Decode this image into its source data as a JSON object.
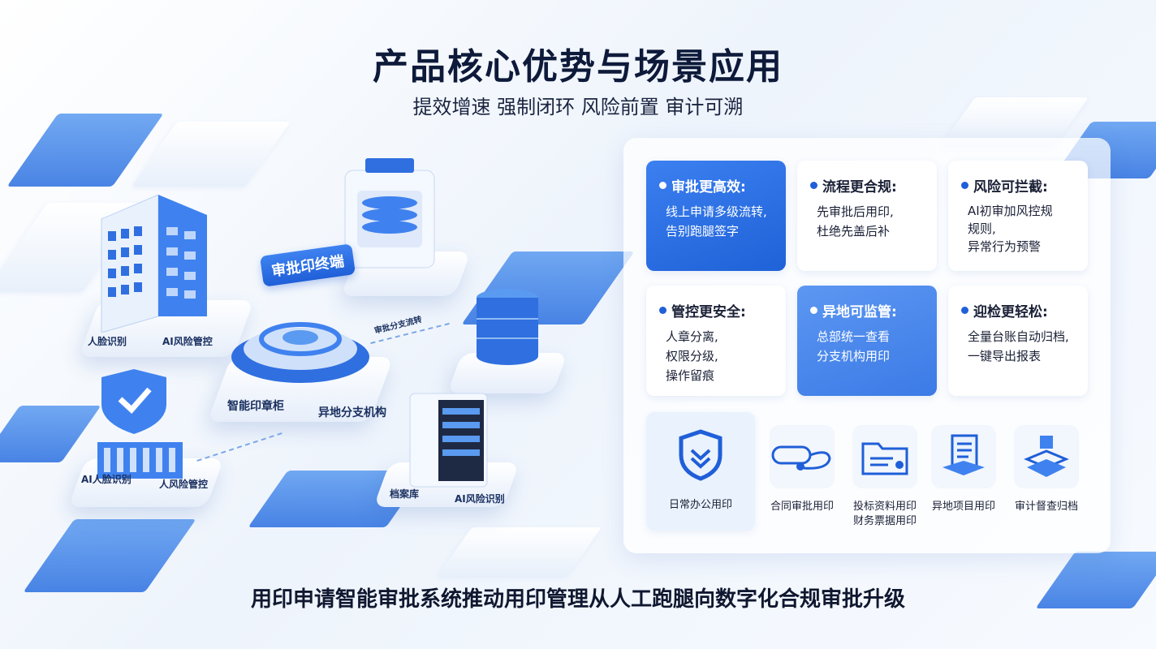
{
  "title": "产品核心优势与场景应用",
  "subtitle": "提效增速 强制闭环 风险前置 审计可溯",
  "footer": "用印申请智能审批系统推动用印管理从人工跑腿向数字化合规审批升级",
  "illustration": {
    "terminal_label": "审批印终端",
    "cabinet_label": "智能印章柜",
    "branch_label": "异地分支机构",
    "archive_label": "档案库",
    "face_label_1": "人脸识别",
    "ai_label_1": "AI风险管控",
    "face_label_2": "AI人脸识别",
    "ai_label_2": "人风险管控",
    "ai_label_3": "AI风险识别",
    "flow_label": "审批分支流转"
  },
  "advantages": [
    {
      "title": "审批更高效:",
      "body": "线上申请多级流转,\n告别跑腿签字",
      "style": "blue"
    },
    {
      "title": "流程更合规:",
      "body": "先审批后用印,\n杜绝先盖后补",
      "style": "white"
    },
    {
      "title": "风险可拦截:",
      "body": "AI初审加风控规\n规则,\n异常行为预警",
      "style": "white"
    },
    {
      "title": "管控更安全:",
      "body": "人章分离,\n权限分级,\n操作留痕",
      "style": "white"
    },
    {
      "title": "异地可监管:",
      "body": "总部统一查看\n分支机构用印",
      "style": "midblue"
    },
    {
      "title": "迎检更轻松:",
      "body": "全量台账自动归档,\n一键导出报表",
      "style": "white"
    }
  ],
  "scenarios": [
    {
      "label": "日常办公用印",
      "icon": "shield-check-icon"
    },
    {
      "label": "合同审批用印",
      "icon": "seal-stamp-icon"
    },
    {
      "label": "投标资料用印\n财务票据用印",
      "icon": "folder-document-icon"
    },
    {
      "label": "异地项目用印",
      "icon": "document-stack-icon"
    },
    {
      "label": "审计督查归档",
      "icon": "archive-layers-icon"
    }
  ],
  "colors": {
    "accent": "#1f5fd8",
    "light_accent": "#3c7ae6",
    "title": "#0e1a3a"
  }
}
